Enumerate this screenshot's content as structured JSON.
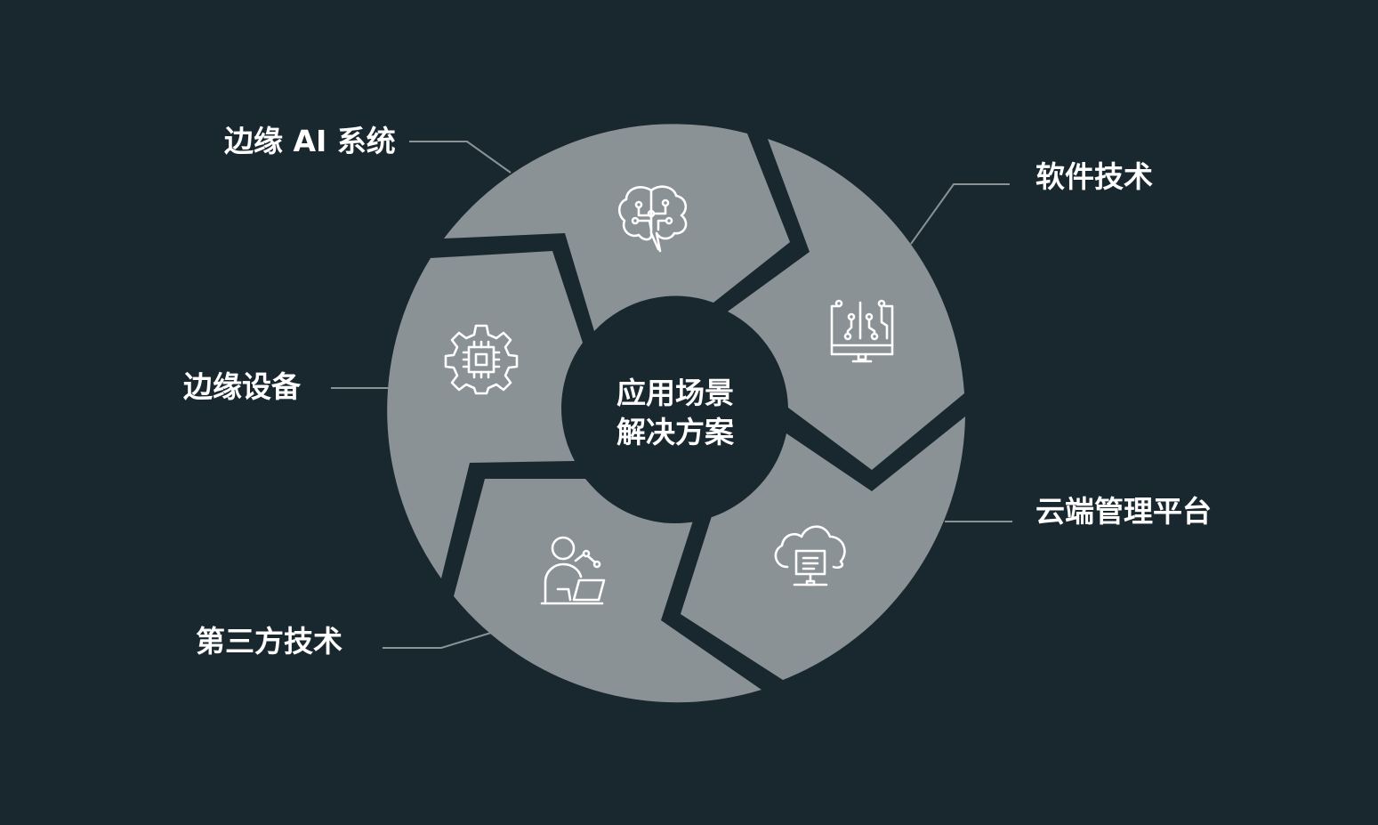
{
  "colors": {
    "background": "#19272f",
    "segment": "#8a9295",
    "connector": "#8a9295",
    "text": "#ffffff"
  },
  "center": {
    "line1": "应用场景",
    "line2": "解决方案"
  },
  "labels": {
    "edge_ai_system": "边缘 AI 系统",
    "software_tech": "软件技术",
    "edge_device": "边缘设备",
    "cloud_platform": "云端管理平台",
    "third_party_tech": "第三方技术"
  },
  "icons": {
    "edge_ai_system": "brain-icon",
    "software_tech": "circuit-monitor-icon",
    "edge_device": "gear-chip-icon",
    "cloud_platform": "cloud-server-icon",
    "third_party_tech": "user-laptop-icon"
  }
}
